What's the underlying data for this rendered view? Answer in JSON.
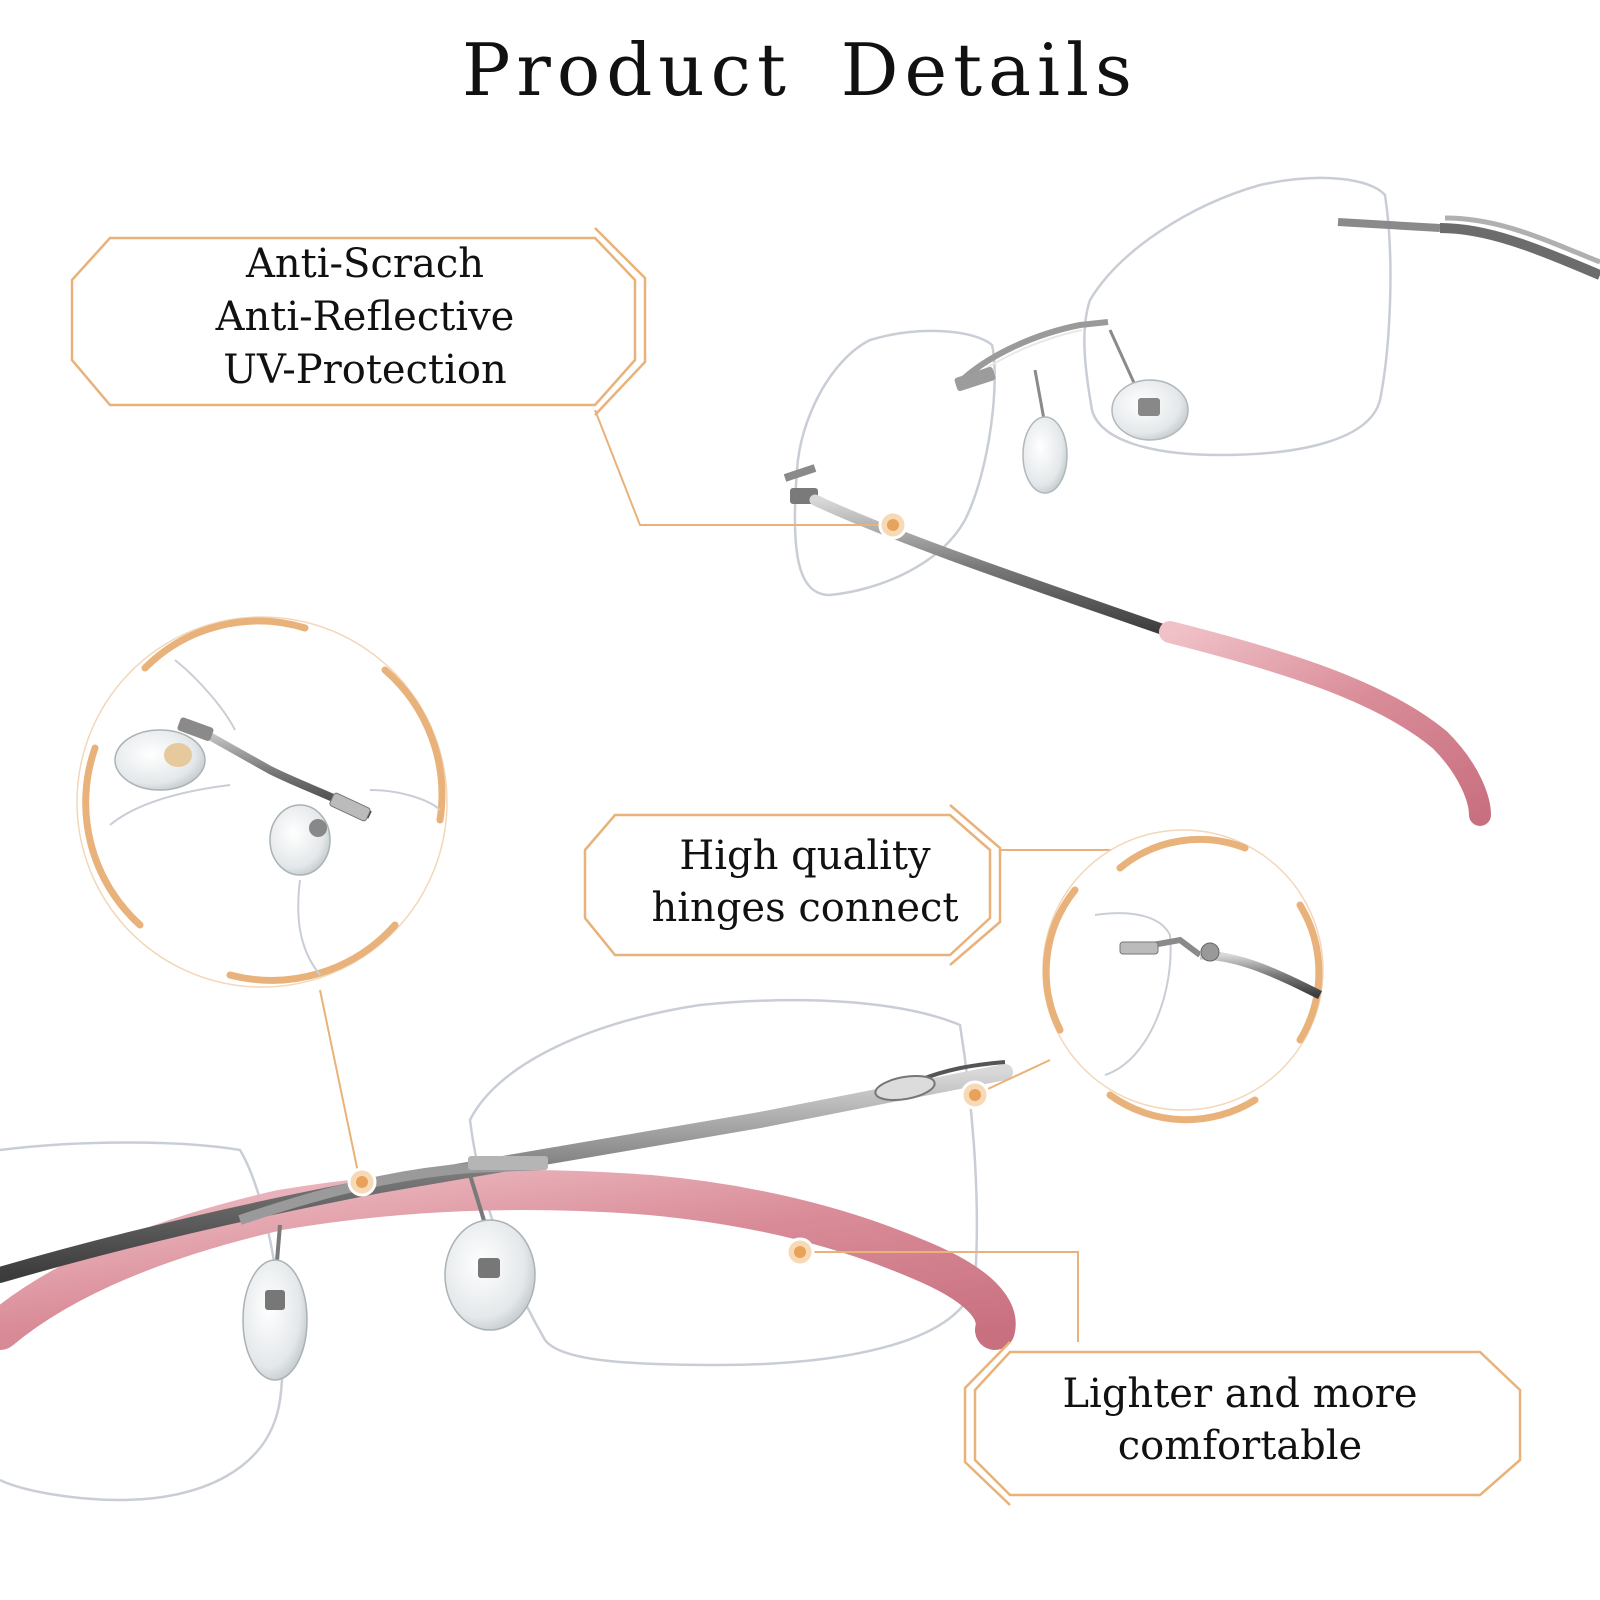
{
  "page": {
    "title": "Product  Details",
    "accent_color": "#e8b27a",
    "pink_color": "#d98c98"
  },
  "callouts": [
    {
      "id": "lens-coating",
      "lines": [
        "Anti-Scrach",
        "Anti-Reflective",
        "UV-Protection"
      ]
    },
    {
      "id": "hinges",
      "lines": [
        "High quality",
        "hinges connect"
      ]
    },
    {
      "id": "comfort",
      "lines": [
        "Lighter and more",
        "comfortable"
      ]
    }
  ],
  "zoom_circles": [
    {
      "id": "nose-pads-zoom",
      "depicts": "nose pads and bridge close-up"
    },
    {
      "id": "hinge-zoom",
      "depicts": "hinge close-up"
    }
  ]
}
